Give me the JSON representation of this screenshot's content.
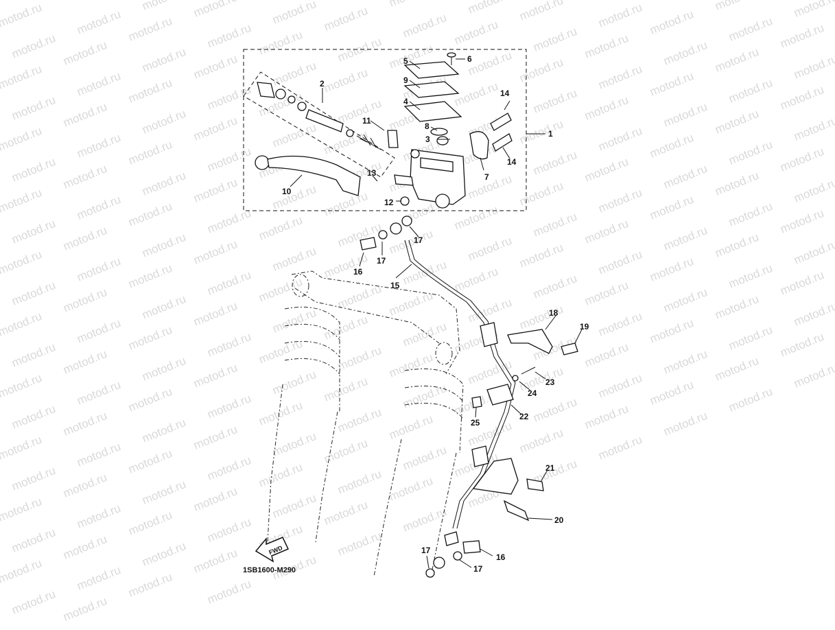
{
  "watermark": "motod.ru",
  "diagram_code": "1SB1600-M290",
  "fwd_label": "FWD",
  "callouts": [
    {
      "id": "c1",
      "label": "1"
    },
    {
      "id": "c2",
      "label": "2"
    },
    {
      "id": "c3",
      "label": "3"
    },
    {
      "id": "c4",
      "label": "4"
    },
    {
      "id": "c5",
      "label": "5"
    },
    {
      "id": "c6",
      "label": "6"
    },
    {
      "id": "c7",
      "label": "7"
    },
    {
      "id": "c8",
      "label": "8"
    },
    {
      "id": "c9",
      "label": "9"
    },
    {
      "id": "c10",
      "label": "10"
    },
    {
      "id": "c11",
      "label": "11"
    },
    {
      "id": "c12",
      "label": "12"
    },
    {
      "id": "c13",
      "label": "13"
    },
    {
      "id": "c14a",
      "label": "14"
    },
    {
      "id": "c14b",
      "label": "14"
    },
    {
      "id": "c15",
      "label": "15"
    },
    {
      "id": "c16a",
      "label": "16"
    },
    {
      "id": "c16b",
      "label": "16"
    },
    {
      "id": "c17a",
      "label": "17"
    },
    {
      "id": "c17b",
      "label": "17"
    },
    {
      "id": "c17c",
      "label": "17"
    },
    {
      "id": "c17d",
      "label": "17"
    },
    {
      "id": "c18",
      "label": "18"
    },
    {
      "id": "c19",
      "label": "19"
    },
    {
      "id": "c20",
      "label": "20"
    },
    {
      "id": "c21",
      "label": "21"
    },
    {
      "id": "c22",
      "label": "22"
    },
    {
      "id": "c23",
      "label": "23"
    },
    {
      "id": "c24",
      "label": "24"
    },
    {
      "id": "c25",
      "label": "25"
    }
  ]
}
